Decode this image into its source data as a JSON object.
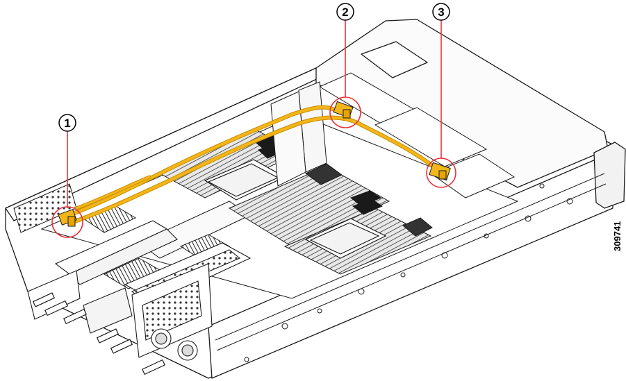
{
  "callouts": [
    {
      "number": "1",
      "target": "power-connector-left"
    },
    {
      "number": "2",
      "target": "cable-connector-middle"
    },
    {
      "number": "3",
      "target": "cable-connector-right"
    }
  ],
  "figure_id": "309741",
  "colors": {
    "callout_line": "#e8333a",
    "cable": "#f2b619",
    "cable_dark": "#c98c00",
    "line": "#1a1a1a",
    "dark_fill": "#3a3a3a",
    "light_fill": "#f4f4f4"
  }
}
